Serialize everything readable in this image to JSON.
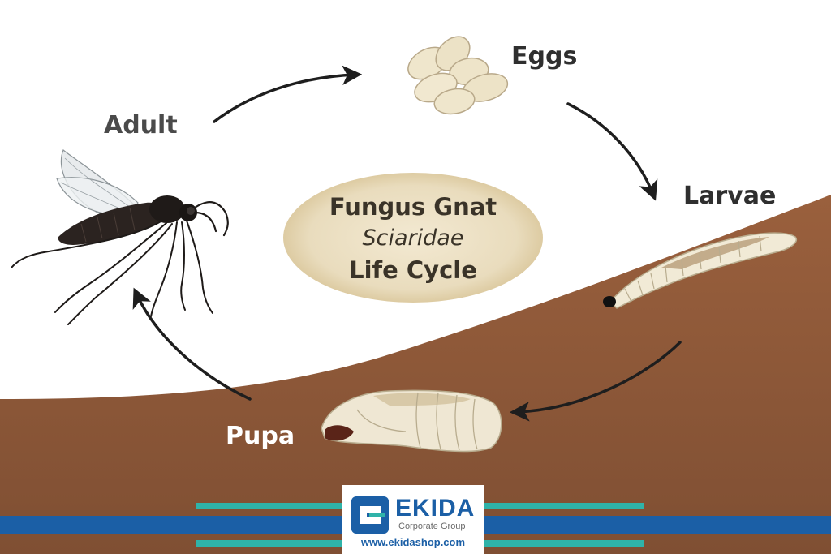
{
  "diagram": {
    "title": {
      "line1": "Fungus Gnat",
      "line2": "Sciaridae",
      "line3": "Life Cycle"
    },
    "stages": {
      "adult": "Adult",
      "eggs": "Eggs",
      "larvae": "Larvae",
      "pupa": "Pupa"
    }
  },
  "branding": {
    "name": "EKIDA",
    "subtitle": "Corporate Group",
    "website": "www.ekidashop.com"
  },
  "colors": {
    "soil": "#8a5738",
    "ellipse": "#efe3c8",
    "brand_blue": "#1b5fa6",
    "stripe_teal": "#2fb3a9",
    "arrow": "#1e1e1e"
  }
}
